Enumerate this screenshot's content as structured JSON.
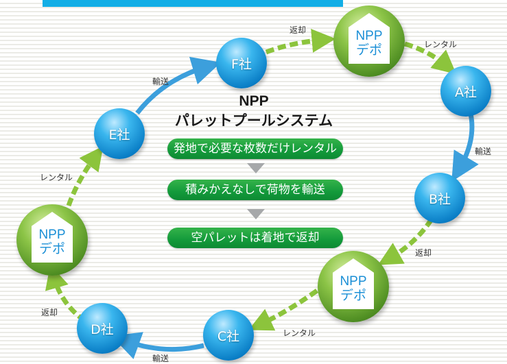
{
  "title": {
    "line1": "NPP",
    "line2": "パレットプールシステム"
  },
  "steps": [
    "発地で必要な枚数だけレンタル",
    "積みかえなしで荷物を輸送",
    "空パレットは着地で返却"
  ],
  "companies": {
    "a": "A社",
    "b": "B社",
    "c": "C社",
    "d": "D社",
    "e": "E社",
    "f": "F社"
  },
  "depot": {
    "line1": "NPP",
    "line2": "デポ"
  },
  "edges": {
    "f_to_depot_top": "返却",
    "depot_top_to_a": "レンタル",
    "a_to_b": "輸送",
    "b_to_depot_right": "返却",
    "depot_right_to_c": "レンタル",
    "c_to_d": "輸送",
    "d_to_depot_left": "返却",
    "depot_left_to_e": "レンタル",
    "e_to_f": "輸送"
  },
  "colors": {
    "company_blue": "#1a93dc",
    "depot_green": "#6aab34",
    "transport_arrow": "#3c9fdc",
    "rental_return_arrow": "#8cc43c",
    "step_green": "#139a3b",
    "top_bar": "#12aee6"
  }
}
